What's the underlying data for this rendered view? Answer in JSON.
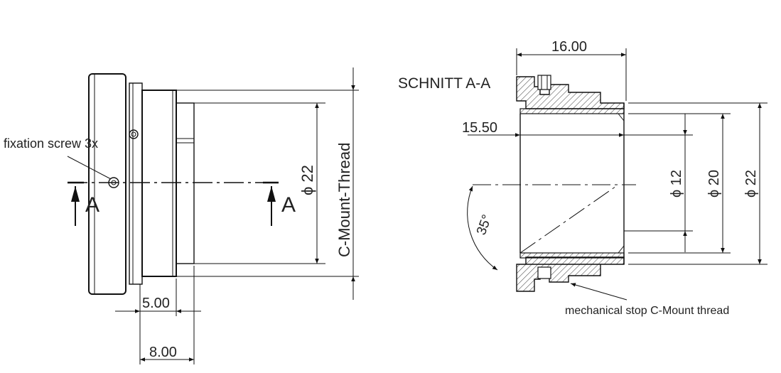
{
  "drawing": {
    "section_title": "SCHNITT A-A",
    "section_marker": "A",
    "labels": {
      "fixation_screw": "fixation screw 3x",
      "c_mount_thread": "C-Mount-Thread",
      "mechanical_stop": "mechanical stop C-Mount thread"
    },
    "dimensions": {
      "d5": "5.00",
      "d8": "8.00",
      "d16": "16.00",
      "d15_5": "15.50",
      "dia22_front": "ϕ 22",
      "dia22_section": "ϕ 22",
      "dia20": "ϕ 20",
      "dia12": "ϕ 12",
      "angle": "35°"
    }
  }
}
